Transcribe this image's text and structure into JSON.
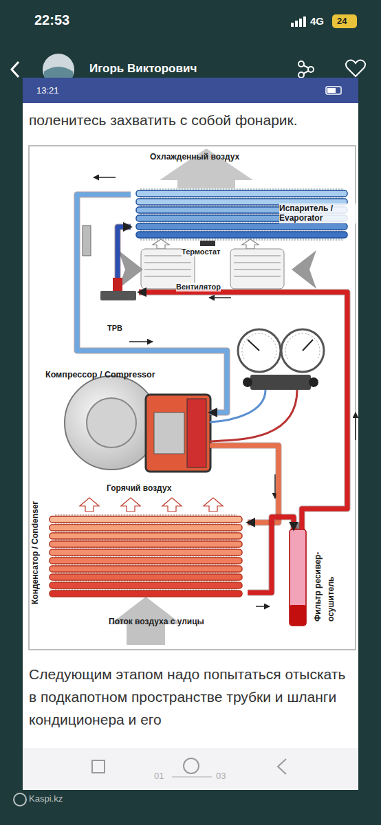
{
  "diagram": {
    "nodes": [
      {
        "text": [
          "Испаритель / Evaporator"
        ]
      },
      {
        "text": [
          "ТРВ"
        ]
      },
      {
        "text": [
          "Компрессор / Compressor"
        ]
      },
      {
        "text": [
          "Конденсатор / Condenser"
        ]
      },
      {
        "text": [
          "Фильтр ресивер-осушитель"
        ]
      }
    ],
    "edges": [
      {
        "from": 2,
        "to": 3,
        "arrow": "to"
      },
      {
        "from": 3,
        "to": 4,
        "arrow": "to"
      },
      {
        "from": 4,
        "to": 1,
        "arrow": "to"
      },
      {
        "from": 1,
        "to": 0,
        "arrow": "to"
      },
      {
        "from": 0,
        "to": 2,
        "arrow": "to"
      }
    ],
    "labels": [
      "22:53",
      "4G",
      "24",
      "Игорь Викторович",
      "13:21",
      "поленитесь захватить с собой фонарик.",
      "Охлажденный воздух",
      "Термостат",
      "Вентилятор",
      "Горячий воздух",
      "Поток воздуха с улицы",
      "Следующим этапом надо попытаться отыскать в подкапотном пространстве трубки и шланги кондиционера и его",
      "01",
      "03",
      "Kaspi.kz"
    ]
  }
}
